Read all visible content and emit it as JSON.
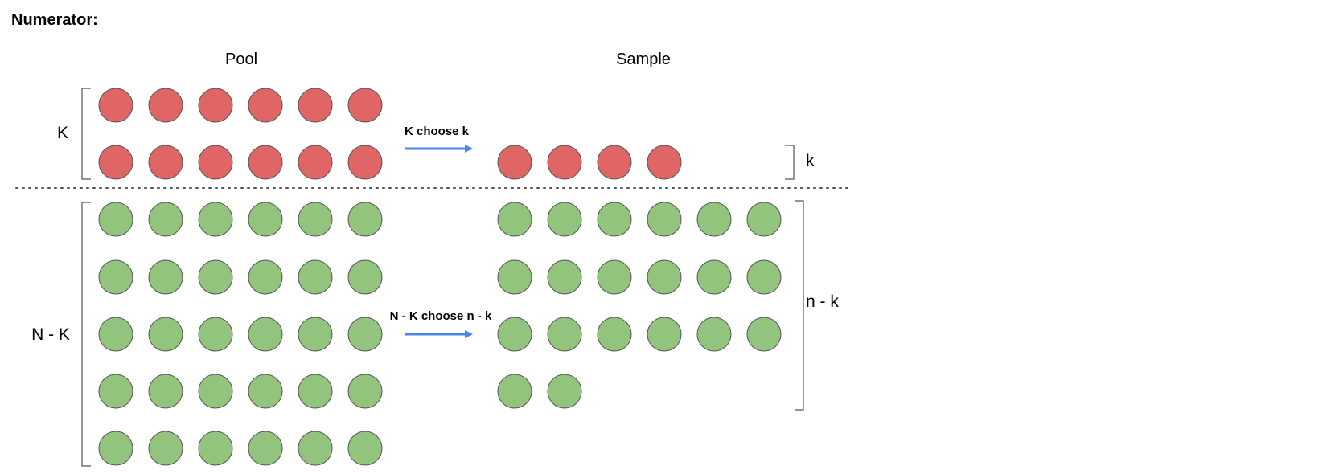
{
  "heading": "Numerator:",
  "columns": {
    "pool": "Pool",
    "sample": "Sample"
  },
  "labels": {
    "K": "K",
    "N_minus_K": "N - K",
    "k": "k",
    "n_minus_k": "n - k"
  },
  "arrows": {
    "top": "K choose k",
    "bottom": "N - K choose n - k"
  },
  "colors": {
    "red": "#e06666",
    "green": "#93c47d",
    "arrow": "#4a86e8",
    "outline": "#555555"
  },
  "counts": {
    "pool_red": 12,
    "pool_green": 30,
    "sample_red": 4,
    "sample_green": 20
  },
  "icons": {
    "ball": "circle-ball-icon",
    "arrow": "arrow-right-icon"
  }
}
